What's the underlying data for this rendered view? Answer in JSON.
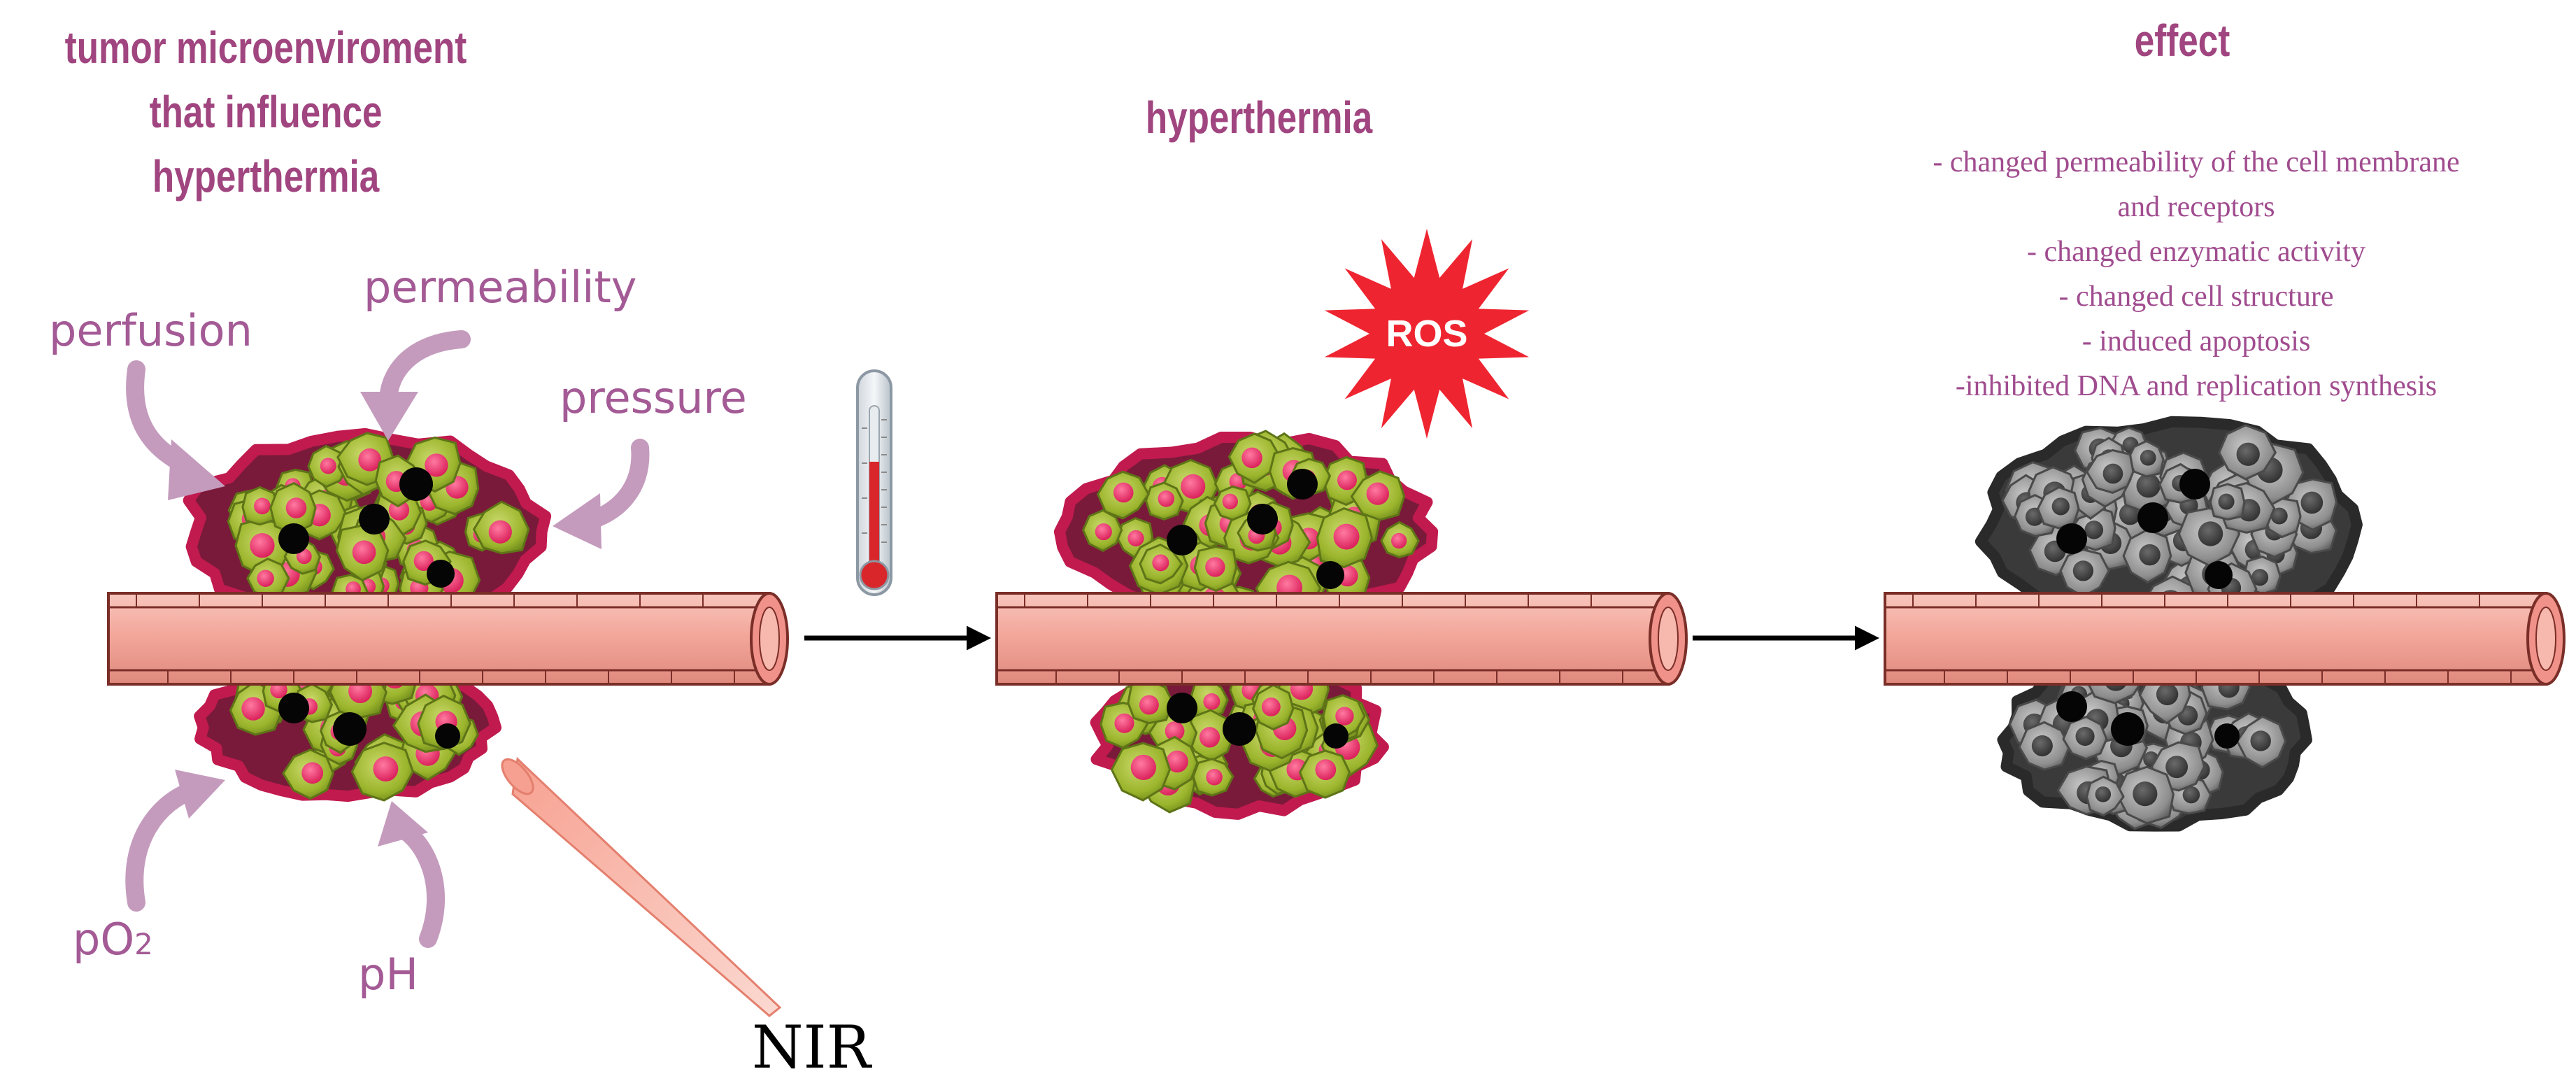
{
  "titles": {
    "microenvironment": [
      "tumor microenviroment",
      "that influence",
      "hyperthermia"
    ],
    "hyperthermia": "hyperthermia",
    "effect": "effect"
  },
  "factors": {
    "perfusion": "perfusion",
    "permeability": "permeability",
    "pressure": "pressure",
    "po2_prefix": "pO",
    "po2_sub": "2",
    "ph": "pH"
  },
  "labels": {
    "ros": "ROS",
    "nir": "NIR"
  },
  "effects": [
    "- changed permeability of the cell membrane",
    "and receptors",
    "- changed enzymatic activity",
    "- changed cell structure",
    "- induced apoptosis",
    "-inhibited DNA and replication synthesis"
  ],
  "colors": {
    "title": "#a0457f",
    "factor": "#a35a95",
    "factor_arrow": "#c49bbd",
    "effect_text": "#a04c8f",
    "vessel_fill": "#f3a79b",
    "vessel_stroke": "#7a2e28",
    "cell_green": "#9bb52c",
    "cell_border": "#c11a4e",
    "nucleus_pink": "#ee2f6b",
    "ros_red": "#ee2530",
    "dead_cell": "#9a9a9a",
    "dead_border": "#2a2a2a"
  },
  "icons": [
    "thermometer-icon",
    "ros-burst-icon",
    "nir-beam-icon",
    "arrow-right-icon"
  ]
}
